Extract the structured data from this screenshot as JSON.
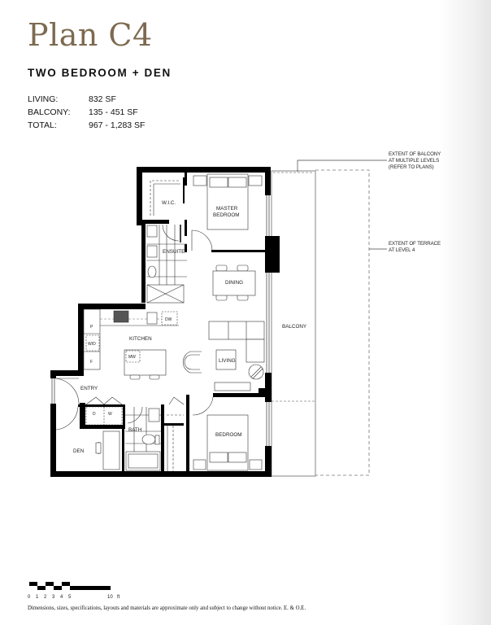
{
  "header": {
    "plan_title": "Plan C4",
    "unit_type": "TWO BEDROOM + DEN"
  },
  "stats": [
    {
      "label": "LIVING:",
      "value": "832 SF"
    },
    {
      "label": "BALCONY:",
      "value": "135 - 451 SF"
    },
    {
      "label": "TOTAL:",
      "value": "967 - 1,283 SF"
    }
  ],
  "annotations": {
    "balcony_extent": [
      "EXTENT OF BALCONY",
      "AT MULTIPLE LEVELS",
      "(REFER TO PLANS)"
    ],
    "terrace_extent": [
      "EXTENT OF TERRACE",
      "AT LEVEL 4"
    ]
  },
  "rooms": {
    "wic": "W.I.C.",
    "master_bedroom_1": "MASTER",
    "master_bedroom_2": "BEDROOM",
    "ensuite": "ENSUITE",
    "dining": "DINING",
    "kitchen": "KITCHEN",
    "living": "LIVING",
    "balcony": "BALCONY",
    "entry": "ENTRY",
    "den": "DEN",
    "bath": "BATH",
    "bedroom": "BEDROOM"
  },
  "fixtures": {
    "pantry": "P",
    "washer_dryer_stack": "W/D",
    "fridge": "F",
    "dishwasher": "DW",
    "microwave": "MW",
    "dryer": "D",
    "washer": "W"
  },
  "scale_bar": {
    "ticks": [
      "0",
      "1",
      "2",
      "3",
      "4",
      "5",
      "10"
    ],
    "unit": "ft"
  },
  "disclaimer": "Dimensions, sizes, specifications, layouts and materials are approximate only and subject to change without notice. E. & O.E.",
  "colors": {
    "title": "#7d6a50",
    "wall": "#000000",
    "dash": "#888888"
  }
}
